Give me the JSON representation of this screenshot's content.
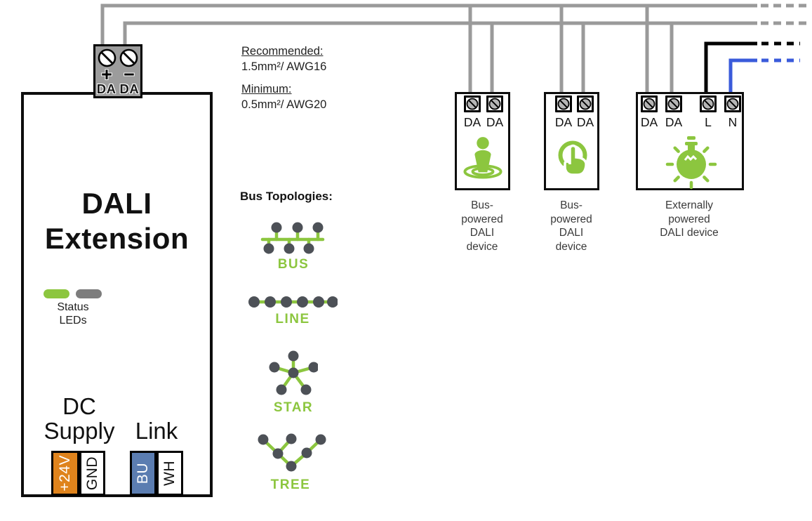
{
  "colors": {
    "accent_green": "#8cc63f",
    "wire_gray": "#9a9a9a",
    "wire_black": "#000000",
    "wire_blue": "#3a5bdb",
    "terminal_orange": "#df831c",
    "terminal_blue": "#5b7db1",
    "node_gray": "#4d5157",
    "led_gray": "#7d7d7d"
  },
  "bus_wiring": {
    "recommended_label": "Recommended:",
    "recommended_value": "1.5mm²/ AWG16",
    "minimum_label": "Minimum:",
    "minimum_value": "0.5mm²/ AWG20"
  },
  "extension": {
    "title": "DALI Extension",
    "da_block": {
      "plus": "+",
      "minus": "−",
      "da_left": "DA",
      "da_right": "DA"
    },
    "status_leds_label": "Status LEDs",
    "dc_supply_label": "DC Supply",
    "link_label": "Link",
    "power_terminals": {
      "plus24v": "+24V",
      "gnd": "GND"
    },
    "link_terminals": {
      "bu": "BU",
      "wh": "WH"
    }
  },
  "topologies": {
    "heading": "Bus Topologies:",
    "items": [
      {
        "name": "BUS",
        "icon": "bus-topology-icon"
      },
      {
        "name": "LINE",
        "icon": "line-topology-icon"
      },
      {
        "name": "STAR",
        "icon": "star-topology-icon"
      },
      {
        "name": "TREE",
        "icon": "tree-topology-icon"
      }
    ]
  },
  "devices": [
    {
      "icon": "presence-sensor-icon",
      "terminals": [
        "DA",
        "DA"
      ],
      "label_lines": [
        "Bus-",
        "powered",
        "DALI",
        "device"
      ]
    },
    {
      "icon": "touch-button-icon",
      "terminals": [
        "DA",
        "DA"
      ],
      "label_lines": [
        "Bus-",
        "powered",
        "DALI",
        "device"
      ]
    },
    {
      "icon": "light-bulb-icon",
      "terminals": [
        "DA",
        "DA",
        "L",
        "N"
      ],
      "label_lines": [
        "Externally",
        "powered",
        "DALI device"
      ]
    }
  ]
}
